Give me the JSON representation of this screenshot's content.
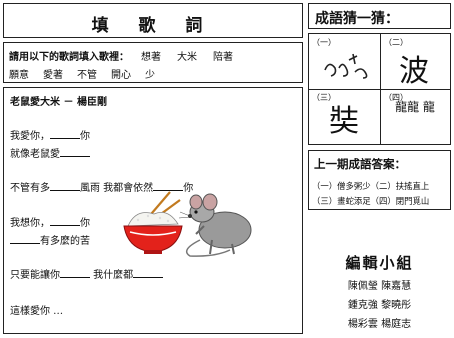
{
  "worksheet": {
    "title": "填 歌 詞"
  },
  "instructions": {
    "label": "請用以下的歌詞填入歌裡：",
    "words_row1": [
      "想著",
      "大米",
      "陪著"
    ],
    "words_row2": [
      "願意",
      "愛著",
      "不管",
      "開心",
      "少"
    ]
  },
  "lyrics": {
    "song_title": "老鼠愛大米 － 楊臣剛",
    "lines": [
      {
        "before": "我愛你，",
        "after": "你"
      },
      {
        "before": "就像老鼠愛",
        "after": ""
      },
      {
        "before": "不管有多",
        "middle": "風雨 我都會依然",
        "after": "你"
      },
      {
        "before": "我想你，",
        "after": "你"
      },
      {
        "before": "",
        "after": "有多麼的苦"
      },
      {
        "before": "只要能讓你",
        "middle": " 我什麼都",
        "after": ""
      },
      {
        "before": "這樣愛你 …",
        "after": ""
      }
    ]
  },
  "idiom_quiz": {
    "title": "成語猜一猜：",
    "cells": [
      {
        "number": "（一）",
        "glyph": "べさ ∽",
        "glyph_color": "#222222"
      },
      {
        "number": "（二）",
        "glyph": "波",
        "glyph_color": "#111111"
      },
      {
        "number": "（三）",
        "glyph": "奘",
        "glyph_color": "#111111"
      },
      {
        "number": "（四）",
        "glyph": "龍龍 龍",
        "glyph_color": "#333333"
      }
    ]
  },
  "previous_answers": {
    "title": "上一期成語答案：",
    "row1": "（一）僧多粥少（二）扶搖直上",
    "row2": "（三）畫蛇添足（四）閉門覓山"
  },
  "editors": {
    "title": "編輯小組",
    "names": [
      "陳佩瑩 陳嘉慧",
      "鍾克強 黎曉彤",
      "楊彩雲 楊庭志"
    ]
  }
}
